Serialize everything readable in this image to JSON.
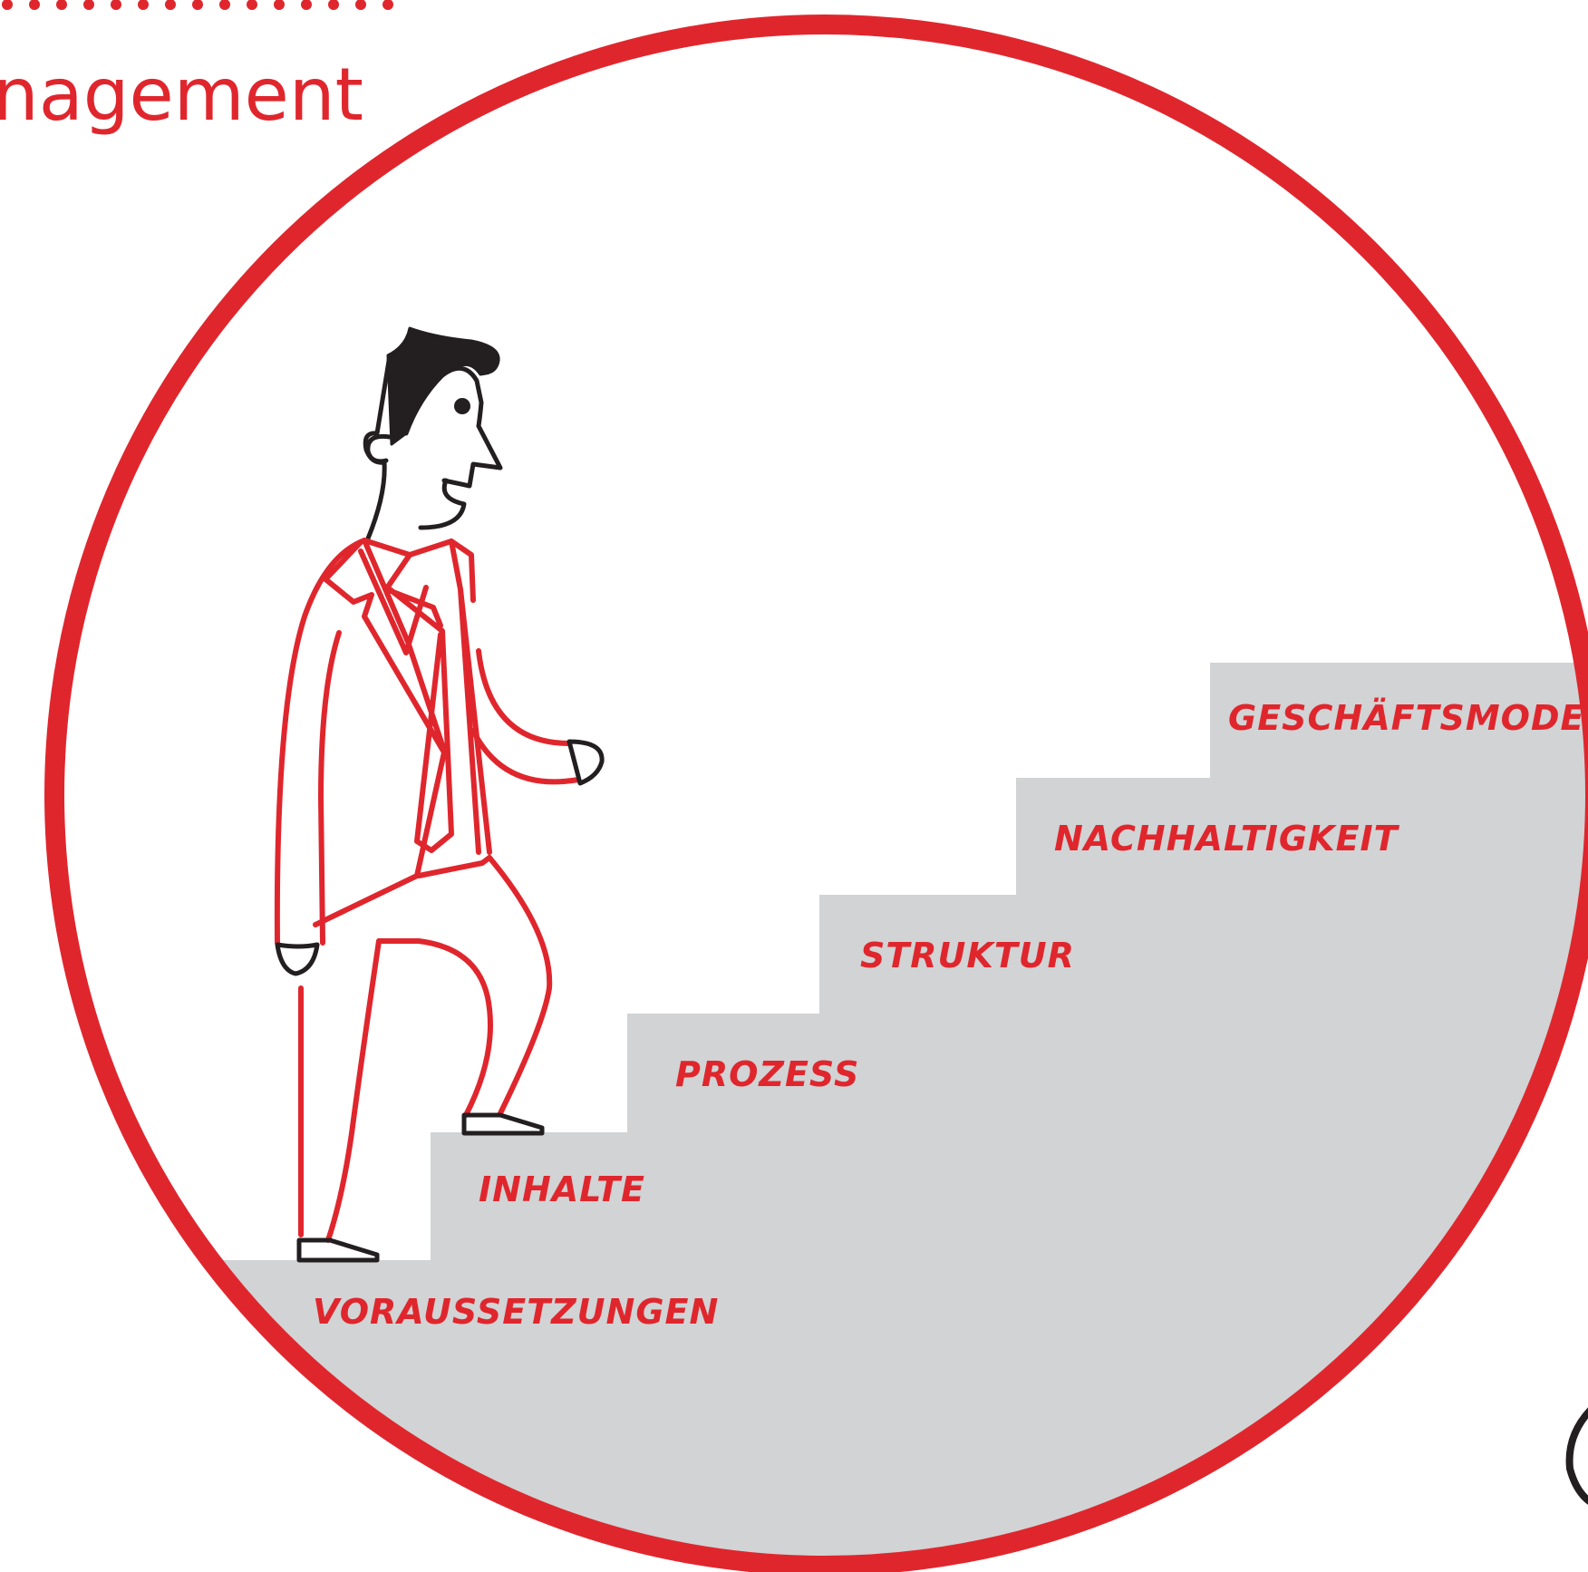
{
  "header": {
    "title_fragment": "nagement"
  },
  "diagram": {
    "steps": [
      "VORAUSSETZUNGEN",
      "INHALTE",
      "PROZESS",
      "STRUKTUR",
      "NACHHALTIGKEIT",
      "GESCHÄFTSMODELL"
    ]
  },
  "colors": {
    "accent": "#e0262d",
    "stairs": "#d1d3d4",
    "ink": "#231f20",
    "background": "#ffffff"
  }
}
